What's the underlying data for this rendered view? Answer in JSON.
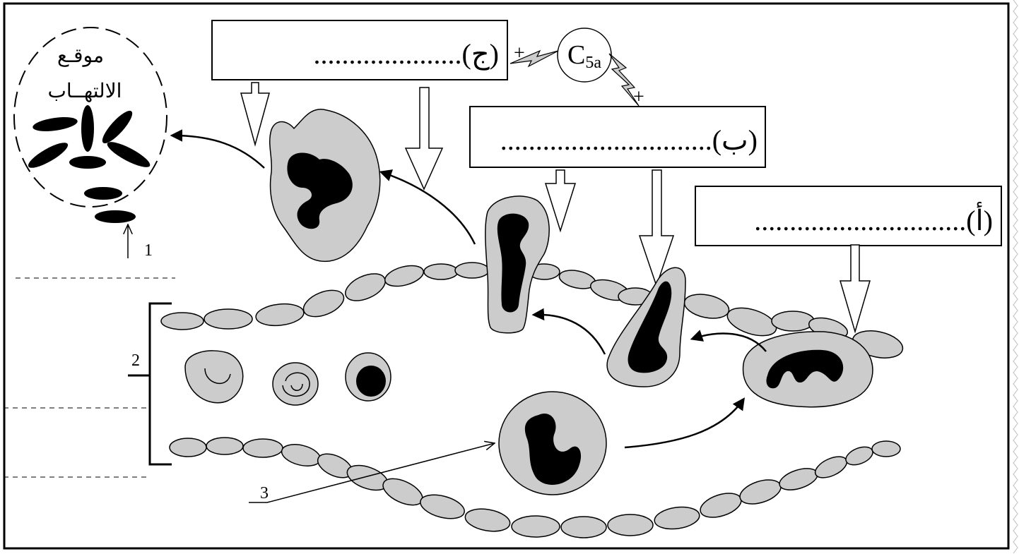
{
  "colors": {
    "cell_fill": "#cccccc",
    "nucleus": "#000000",
    "stroke": "#000000",
    "background": "#ffffff"
  },
  "inflammation_site": {
    "line1": "موقـع",
    "line2": "الالتهــاب"
  },
  "boxes": {
    "a": "(أ)..............................",
    "b": "(ب)..............................",
    "j": "(ج).....................",
    "a_name": "box-a",
    "b_name": "box-b",
    "j_name": "box-j"
  },
  "complement": {
    "base": "C",
    "subscript": "5a"
  },
  "plus_signs": [
    "+",
    "+"
  ],
  "numbers": {
    "one": "1",
    "two": "2",
    "three": "3"
  }
}
